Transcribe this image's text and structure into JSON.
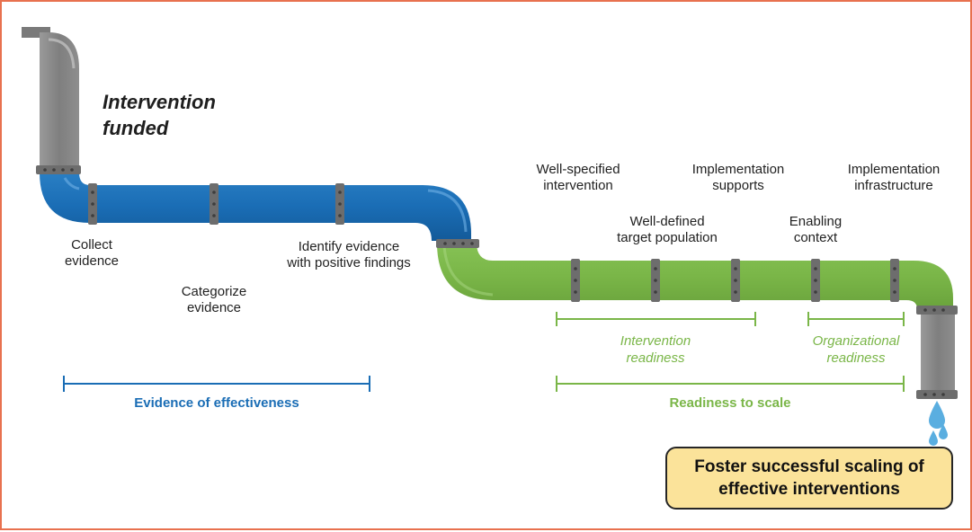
{
  "diagram": {
    "title_lines": [
      "Intervention",
      "funded"
    ],
    "evidence_steps": [
      {
        "lines": [
          "Collect",
          "evidence"
        ]
      },
      {
        "lines": [
          "Categorize",
          "evidence"
        ]
      },
      {
        "lines": [
          "Identify evidence",
          "with positive findings"
        ]
      }
    ],
    "readiness_steps": [
      {
        "lines": [
          "Well-specified",
          "intervention"
        ]
      },
      {
        "lines": [
          "Well-defined",
          "target population"
        ]
      },
      {
        "lines": [
          "Implementation",
          "supports"
        ]
      },
      {
        "lines": [
          "Enabling",
          "context"
        ]
      },
      {
        "lines": [
          "Implementation",
          "infrastructure"
        ]
      }
    ],
    "sub_brackets": {
      "intervention_readiness": [
        "Intervention",
        "readiness"
      ],
      "organizational_readiness": [
        "Organizational",
        "readiness"
      ]
    },
    "brackets": {
      "evidence": "Evidence of effectiveness",
      "readiness": "Readiness to scale"
    },
    "outcome_lines": [
      "Foster successful scaling of",
      "effective interventions"
    ],
    "colors": {
      "blue": "#1a6db5",
      "green": "#7ab648",
      "gray_pipe": "#8c8c8c",
      "water": "#5aaee0",
      "outcome_fill": "#fbe39a",
      "border": "#e8714f"
    }
  }
}
